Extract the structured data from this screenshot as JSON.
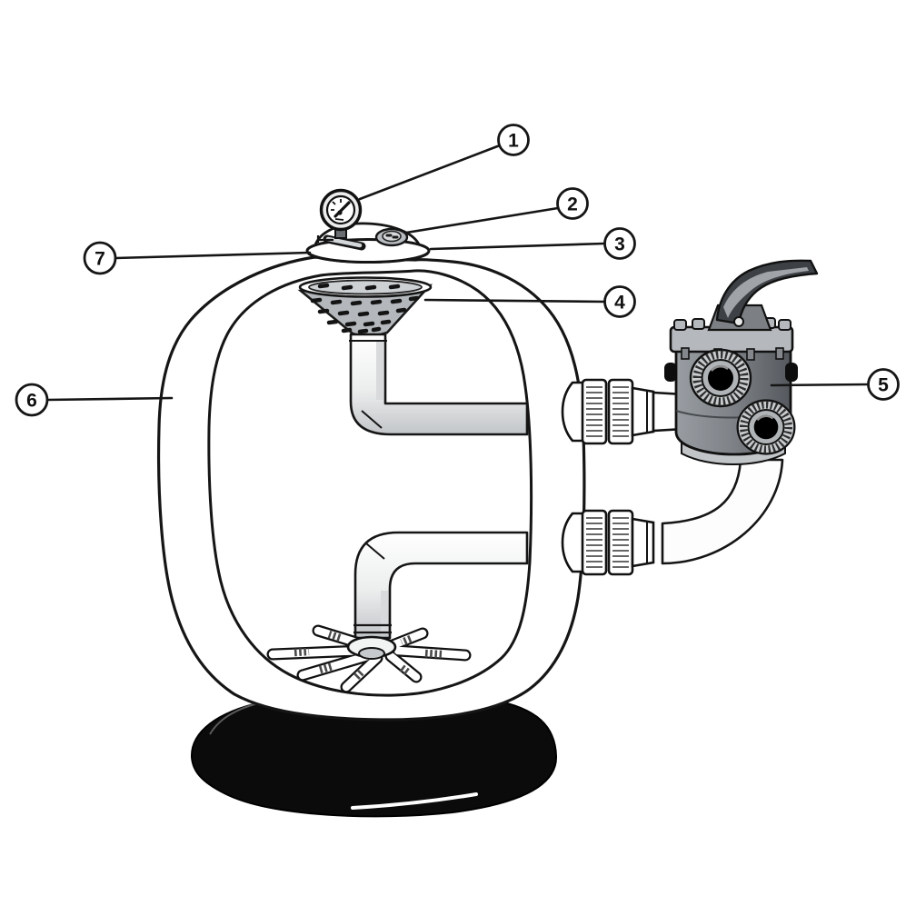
{
  "diagram": {
    "callouts": [
      {
        "number": "1"
      },
      {
        "number": "2"
      },
      {
        "number": "3"
      },
      {
        "number": "4"
      },
      {
        "number": "5"
      },
      {
        "number": "6"
      },
      {
        "number": "7"
      }
    ]
  },
  "colors": {
    "background": "#ffffff",
    "line": "#151515",
    "base": "#0b0b0b",
    "diffuser": "#b4b8bc",
    "pipe": "#f4f5f5",
    "pipe_shade": "#c9cccf",
    "valve_flange": "#b5b9bd",
    "valve_body_mid": "#7e8287",
    "handle": "#3d4145",
    "port_ring": "#c9ccce",
    "port_hole": "#000000"
  }
}
